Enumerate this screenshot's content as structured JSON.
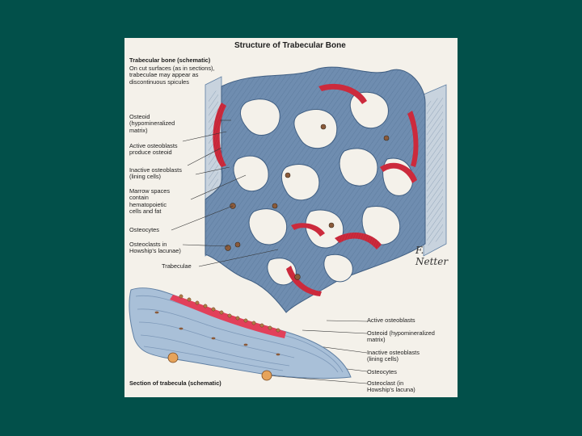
{
  "figure": {
    "title": "Structure of Trabecular Bone",
    "labels": {
      "trabecular_heading": "Trabecular bone (schematic)",
      "cut_surfaces_note": "On cut surfaces (as in sections),\ntrabeculae may appear as\ndiscontinuous spicules",
      "osteoid": "Osteoid\n(hypomineralized\nmatrix)",
      "active_osteoblasts": "Active osteoblasts\nproduce osteoid",
      "inactive_osteoblasts": "Inactive osteoblasts\n(lining cells)",
      "marrow_spaces": "Marrow spaces\ncontain\nhematopoietic\ncells and fat",
      "osteocytes": "Osteocytes",
      "osteoclasts": "Osteoclasts in\nHowship's lacunae)",
      "trabeculae": "Trabeculae",
      "section_active_osteoblasts": "Active osteoblasts",
      "section_osteoid": "Osteoid (hypomineralized\nmatrix)",
      "section_inactive_osteoblasts": "Inactive osteoblasts\n(lining cells)",
      "section_osteocytes": "Osteocytes",
      "section_osteoclast": "Osteoclast (in\nHowship's lacuna)",
      "section_heading": "Section of trabecula (schematic)"
    },
    "signature": "F. Netter",
    "colors": {
      "slide_background": "#02504a",
      "paper": "#f4f1ea",
      "bone": "#5f7fa3",
      "bone_light": "#a9c0d8",
      "osteoid": "#cc2a3c",
      "cell": "#8a5a3a"
    }
  }
}
